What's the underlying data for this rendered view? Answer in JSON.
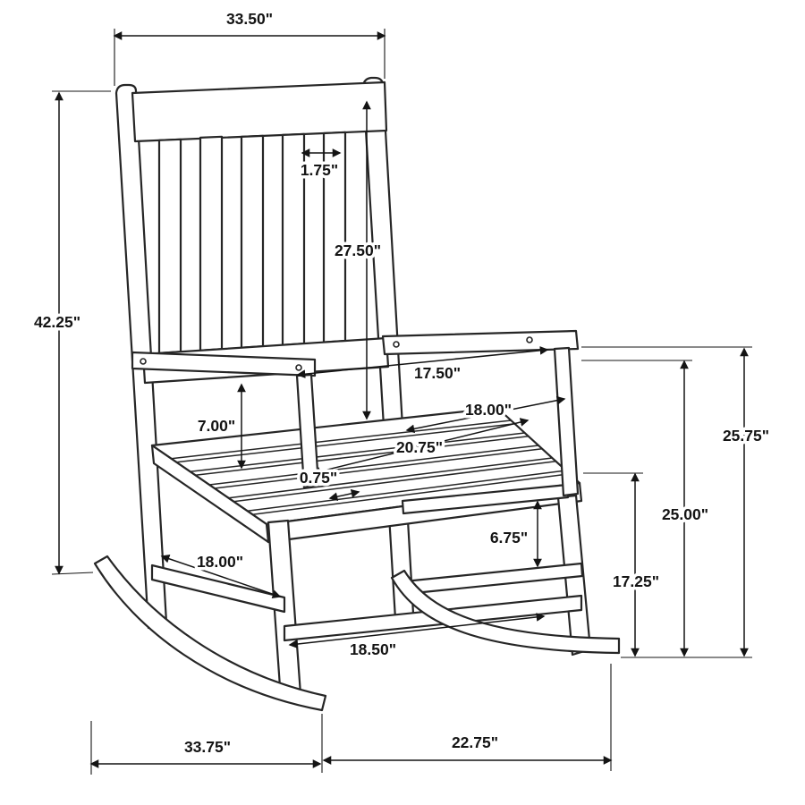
{
  "colors": {
    "ink": "#141414",
    "background": "#ffffff"
  },
  "dims": {
    "overall_width": "33.50\"",
    "overall_height": "42.25\"",
    "back_slat_width": "1.75\"",
    "backrest_height": "27.50\"",
    "arm_front_span": "17.50\"",
    "seat_back_width": "18.00\"",
    "seat_depth": "20.75\"",
    "arm_to_seat": "7.00\"",
    "seat_slat_gap": "0.75\"",
    "stretcher_spacing": "6.75\"",
    "side_stretcher_length": "18.00\"",
    "front_stretcher_length": "18.50\"",
    "seat_height": "17.25\"",
    "arm_height": "25.00\"",
    "overall_side_height": "25.75\"",
    "rocker_span_front": "33.75\"",
    "rocker_span_rear": "22.75\""
  }
}
